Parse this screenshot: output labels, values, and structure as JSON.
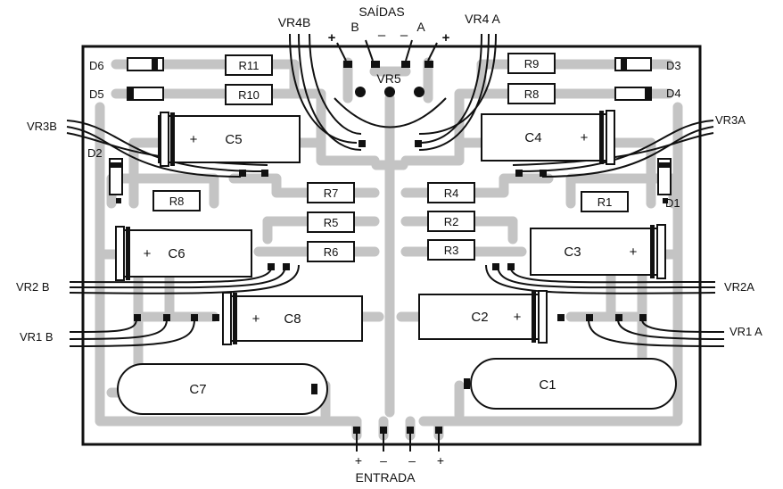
{
  "title": {
    "saidas": "SAÍDAS",
    "entrada": "ENTRADA"
  },
  "output_signs": [
    "+",
    "B",
    "–",
    "–",
    "A",
    "+"
  ],
  "input_signs": [
    "+",
    "–",
    "–",
    "+"
  ],
  "pot_labels": {
    "vr4b": "VR4B",
    "vr4a": "VR4 A",
    "vr5": "VR5",
    "vr3b": "VR3B",
    "vr3a": "VR3A",
    "vr2b": "VR2 B",
    "vr2a": "VR2A",
    "vr1b": "VR1 B",
    "vr1a": "VR1 A"
  },
  "diodes": {
    "d1": "D1",
    "d2": "D2",
    "d3": "D3",
    "d4": "D4",
    "d5": "D5",
    "d6": "D6"
  },
  "resistors": {
    "r11": "R11",
    "r10": "R10",
    "r9": "R9",
    "r8_top": "R8",
    "r7": "R7",
    "r5": "R5",
    "r6": "R6",
    "r8_left": "R8",
    "r4": "R4",
    "r2": "R2",
    "r3": "R3",
    "r1": "R1"
  },
  "capacitors": {
    "c1": "C1",
    "c2": "C2",
    "c3": "C3",
    "c4": "C4",
    "c5": "C5",
    "c6": "C6",
    "c7": "C7",
    "c8": "C8"
  },
  "polarity": "+",
  "colors": {
    "ink": "#111111",
    "trace": "#c4c4c4",
    "board": "#ffffff"
  }
}
